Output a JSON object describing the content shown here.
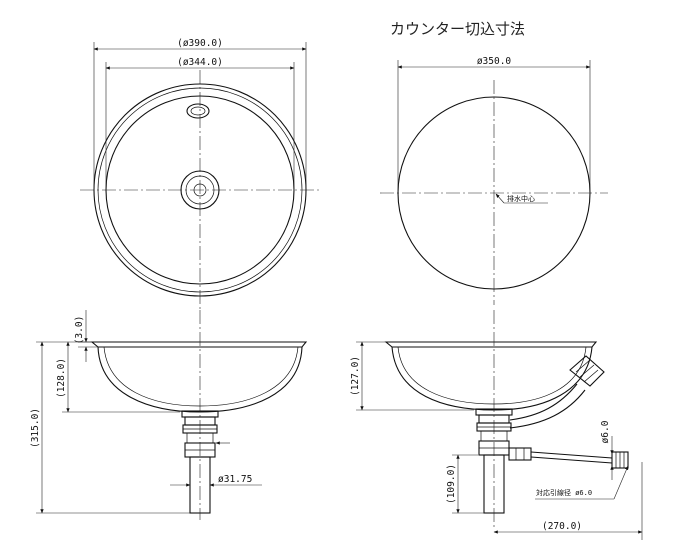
{
  "title": "カウンター切込寸法",
  "top_view": {
    "dim_outer": "(ø390.0)",
    "dim_inner": "(ø344.0)"
  },
  "cutout_view": {
    "dim_cutout": "ø350.0",
    "drain_center_label": "排水中心"
  },
  "side_view_left": {
    "dim_rim": "(3.0)",
    "dim_depth": "(128.0)",
    "dim_total": "(315.0)",
    "dim_pipe": "ø31.75"
  },
  "side_view_right": {
    "dim_depth": "(127.0)",
    "dim_tube": "ø6.0",
    "dim_height": "(109.0)",
    "dim_length": "(270.0)",
    "tube_note": "対応引線径  ø6.0"
  }
}
